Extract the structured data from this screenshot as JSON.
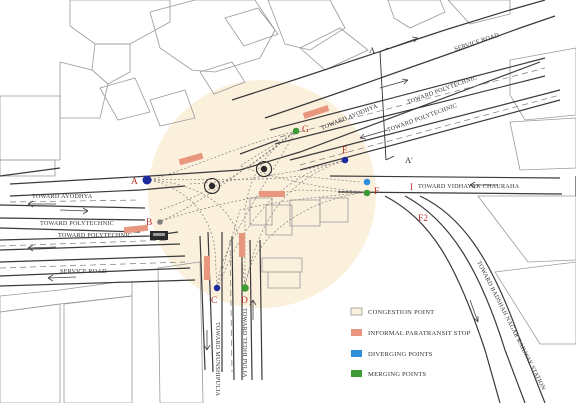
{
  "roads": {
    "service_road_top": "SERVICE ROAD",
    "toward_ayodhya_top": "TOWARD AYODHYA",
    "toward_polytechnic_top_a": "TOWARD POLYTECHNIC",
    "toward_polytechnic_top_b": "TOWARD POLYTECHNIC",
    "toward_ayodhya_left": "TOWARD AYODHYA",
    "toward_polytechnic_left_a": "TOWARD POLYTECHNIC",
    "toward_polytechnic_left_b": "TOWARD POLYTECHNIC",
    "service_road_left": "SERVICE ROAD",
    "toward_vidhayak_chauraha": "TOWARD VIDHAYAK CHAURAHA",
    "toward_munshipulia": "TOWARD MUNSHIPULIA",
    "toward_tedhi_pulia": "TOWARD TEDHI PULIA",
    "toward_railway_station": "TOWARD BADSHAH NAGAR RAILWAY STATION"
  },
  "points": [
    {
      "id": "A",
      "label": "A",
      "kind": "diverging"
    },
    {
      "id": "B",
      "label": "B",
      "kind": "other"
    },
    {
      "id": "C",
      "label": "C",
      "kind": "diverging"
    },
    {
      "id": "D",
      "label": "D",
      "kind": "merging"
    },
    {
      "id": "E",
      "label": "E",
      "kind": "diverging"
    },
    {
      "id": "F",
      "label": "F",
      "kind": "diverging"
    },
    {
      "id": "G",
      "label": "G",
      "kind": "merging"
    }
  ],
  "extra_labels": {
    "f1": "I",
    "f2": "F2"
  },
  "section_markers": {
    "top": "A",
    "bottom": "A'"
  },
  "legend": {
    "items": [
      {
        "label": "CONGESTION POINT",
        "color": "#fbf0dc"
      },
      {
        "label": "INFORMAL PARATRANSIT STOP",
        "color": "#e8967e"
      },
      {
        "label": "DIVERGING POINTS",
        "color": "#2f8fd8"
      },
      {
        "label": "MERGING POINTS",
        "color": "#3d9a34"
      }
    ]
  },
  "colors": {
    "congestion_zone": "#fbf0dc",
    "paratransit_stop": "#e8967e",
    "diverging_point": "#2f8fd8",
    "merging_point": "#3d9a34",
    "point_label": "#b8332b",
    "node_navy": "#1c2a9e"
  }
}
